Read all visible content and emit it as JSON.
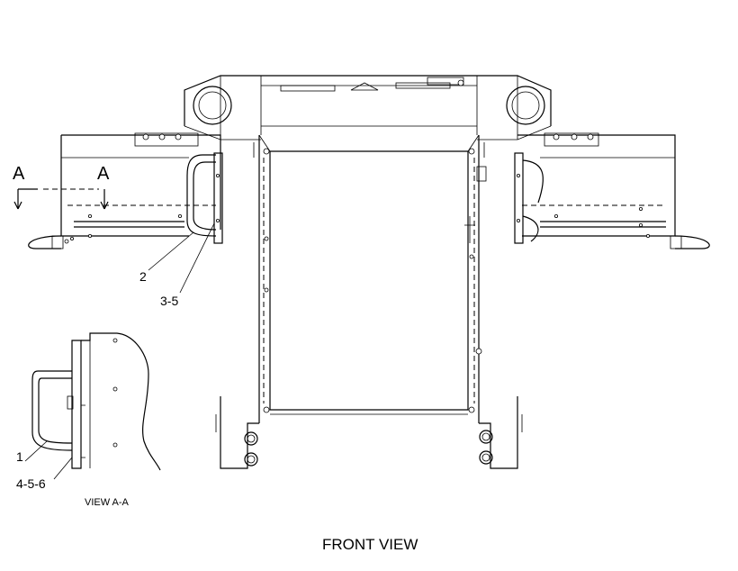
{
  "drawing": {
    "section_marks": [
      "A",
      "A"
    ],
    "callouts": {
      "grab_handle": "2",
      "bolts_top": "3-5",
      "handle_detail": "1",
      "bolts_detail": "4-5-6"
    },
    "view_label": "VIEW A-A",
    "title": "FRONT VIEW"
  }
}
